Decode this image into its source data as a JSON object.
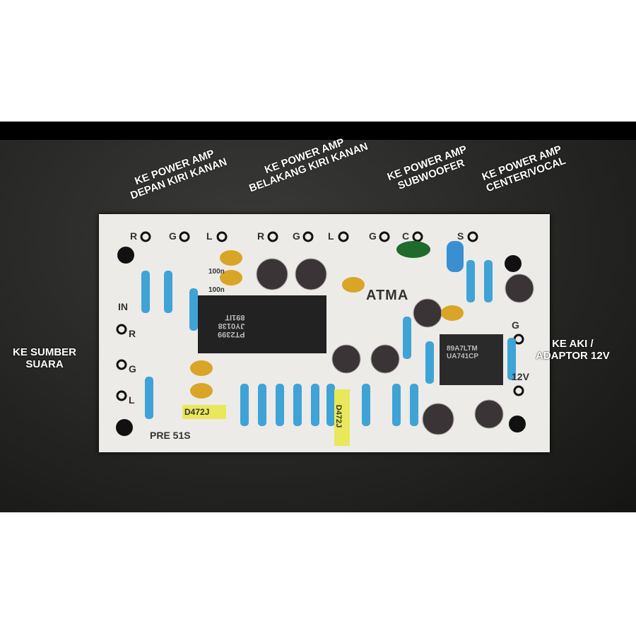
{
  "labels": {
    "front": {
      "line1": "KE POWER AMP",
      "line2": "DEPAN KIRI KANAN"
    },
    "rear": {
      "line1": "KE POWER AMP",
      "line2": "BELAKANG KIRI KANAN"
    },
    "sub": {
      "line1": "KE POWER AMP",
      "line2": "SUBWOOFER"
    },
    "center": {
      "line1": "KE POWER AMP",
      "line2": "CENTER/VOCAL"
    },
    "source": {
      "line1": "KE SUMBER",
      "line2": "SUARA"
    },
    "power": {
      "line1": "KE AKI /",
      "line2": "ADAPTOR 12V"
    }
  },
  "pcb": {
    "brand": "ATMA",
    "model": "PRE 51S",
    "in_label": "IN",
    "pins_top": [
      "R",
      "G",
      "L",
      "R",
      "G",
      "L",
      "G",
      "C",
      "S"
    ],
    "pins_left": [
      "R",
      "G",
      "L"
    ],
    "pins_right": [
      "G",
      "12V"
    ],
    "ic_main": {
      "line1": "PT2399",
      "line2": "JY0138",
      "line3": "891IT"
    },
    "ic_op": {
      "line1": "89A7LTM",
      "line2": "UA741CP"
    },
    "cap_marks": [
      "D472J",
      "D472J",
      "100n",
      "100n"
    ]
  }
}
